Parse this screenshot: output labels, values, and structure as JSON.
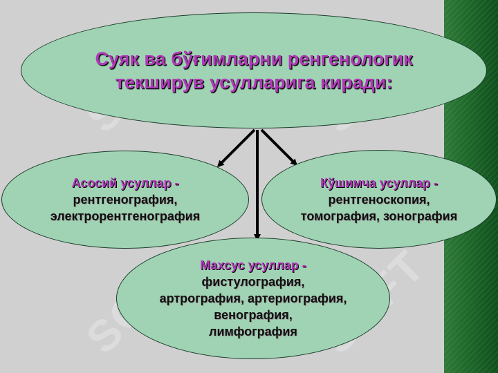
{
  "title": {
    "line1": "Суяк ва бўғимларни ренгенологик",
    "line2": "текширув усулларига киради:"
  },
  "nodes": {
    "basic": {
      "heading": "Асосий усуллар",
      "dash": " -",
      "line1": "рентгенография,",
      "line2": "электрорентгенография"
    },
    "additional": {
      "heading": "Кўшимча усуллар",
      "dash": " -",
      "line1": "рентгеноскопия,",
      "line2": "томография, зонография"
    },
    "special": {
      "heading": "Махсус усуллар",
      "dash": " -",
      "line1": "фистулография,",
      "line2": "артрография, артериография,",
      "line3": "венография,",
      "line4": "лимфография"
    }
  },
  "watermark": "SOFT",
  "colors": {
    "background": "#d0d0d0",
    "ellipse_fill": "#9fd3b3",
    "heading": "#b03ab8",
    "band": "#1f6a2a"
  }
}
